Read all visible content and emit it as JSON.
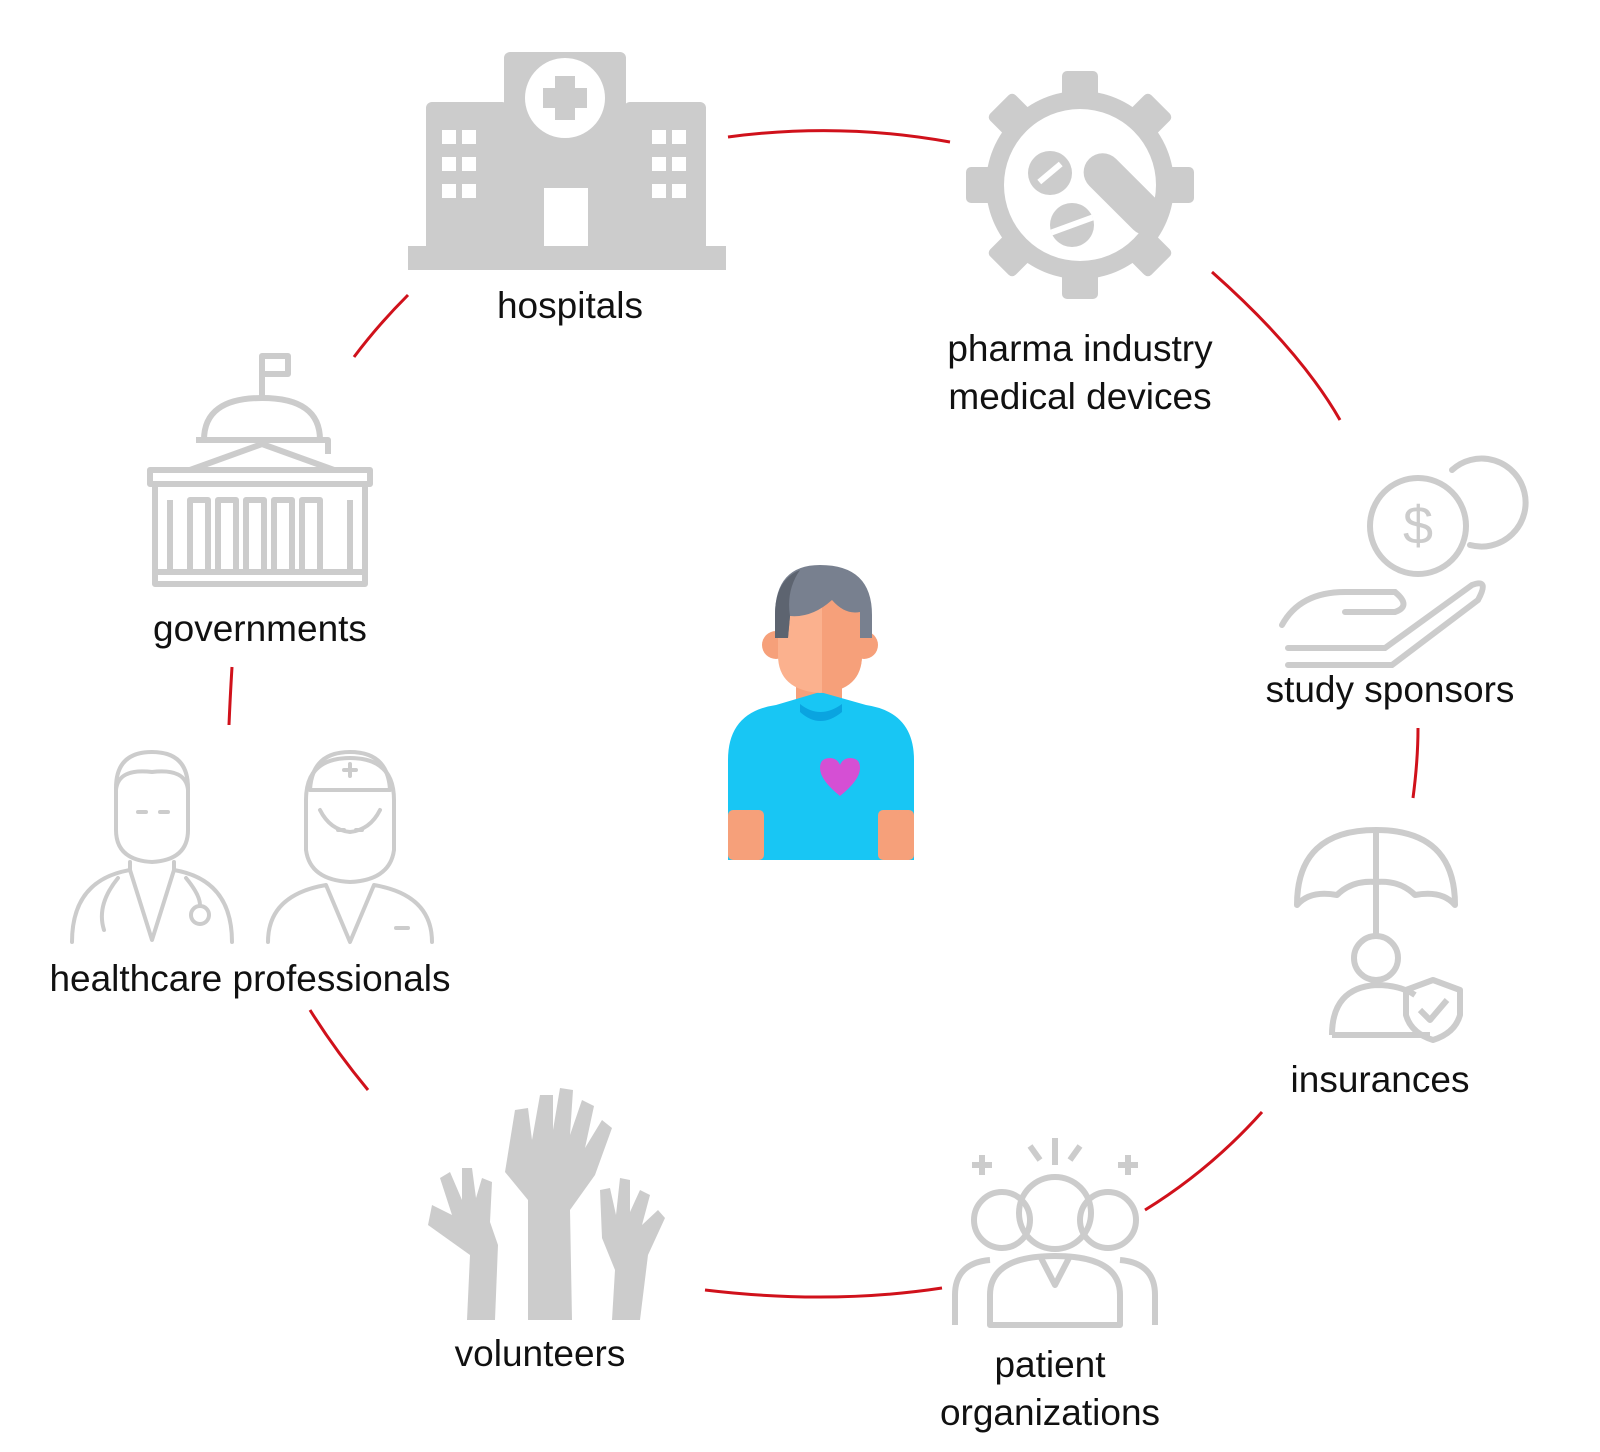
{
  "diagram": {
    "center": {
      "icon": "patient-person-with-heart-icon"
    },
    "ring_color": "#d0111b",
    "icon_color": "#cccccc",
    "stakeholders": [
      {
        "id": "hospitals",
        "icon": "hospital-icon",
        "lines": [
          "hospitals"
        ]
      },
      {
        "id": "pharma",
        "icon": "pharma-gear-pills-icon",
        "lines": [
          "pharma industry",
          "medical devices"
        ]
      },
      {
        "id": "sponsors",
        "icon": "hand-coins-icon",
        "lines": [
          "study sponsors"
        ]
      },
      {
        "id": "insurances",
        "icon": "umbrella-person-shield-icon",
        "lines": [
          "insurances"
        ]
      },
      {
        "id": "patient-orgs",
        "icon": "patient-group-icon",
        "lines": [
          "patient",
          "organizations"
        ]
      },
      {
        "id": "volunteers",
        "icon": "raised-hands-icon",
        "lines": [
          "volunteers"
        ]
      },
      {
        "id": "hcp",
        "icon": "doctor-nurse-icon",
        "lines": [
          "healthcare professionals"
        ]
      },
      {
        "id": "governments",
        "icon": "government-building-icon",
        "lines": [
          "governments"
        ]
      }
    ]
  }
}
